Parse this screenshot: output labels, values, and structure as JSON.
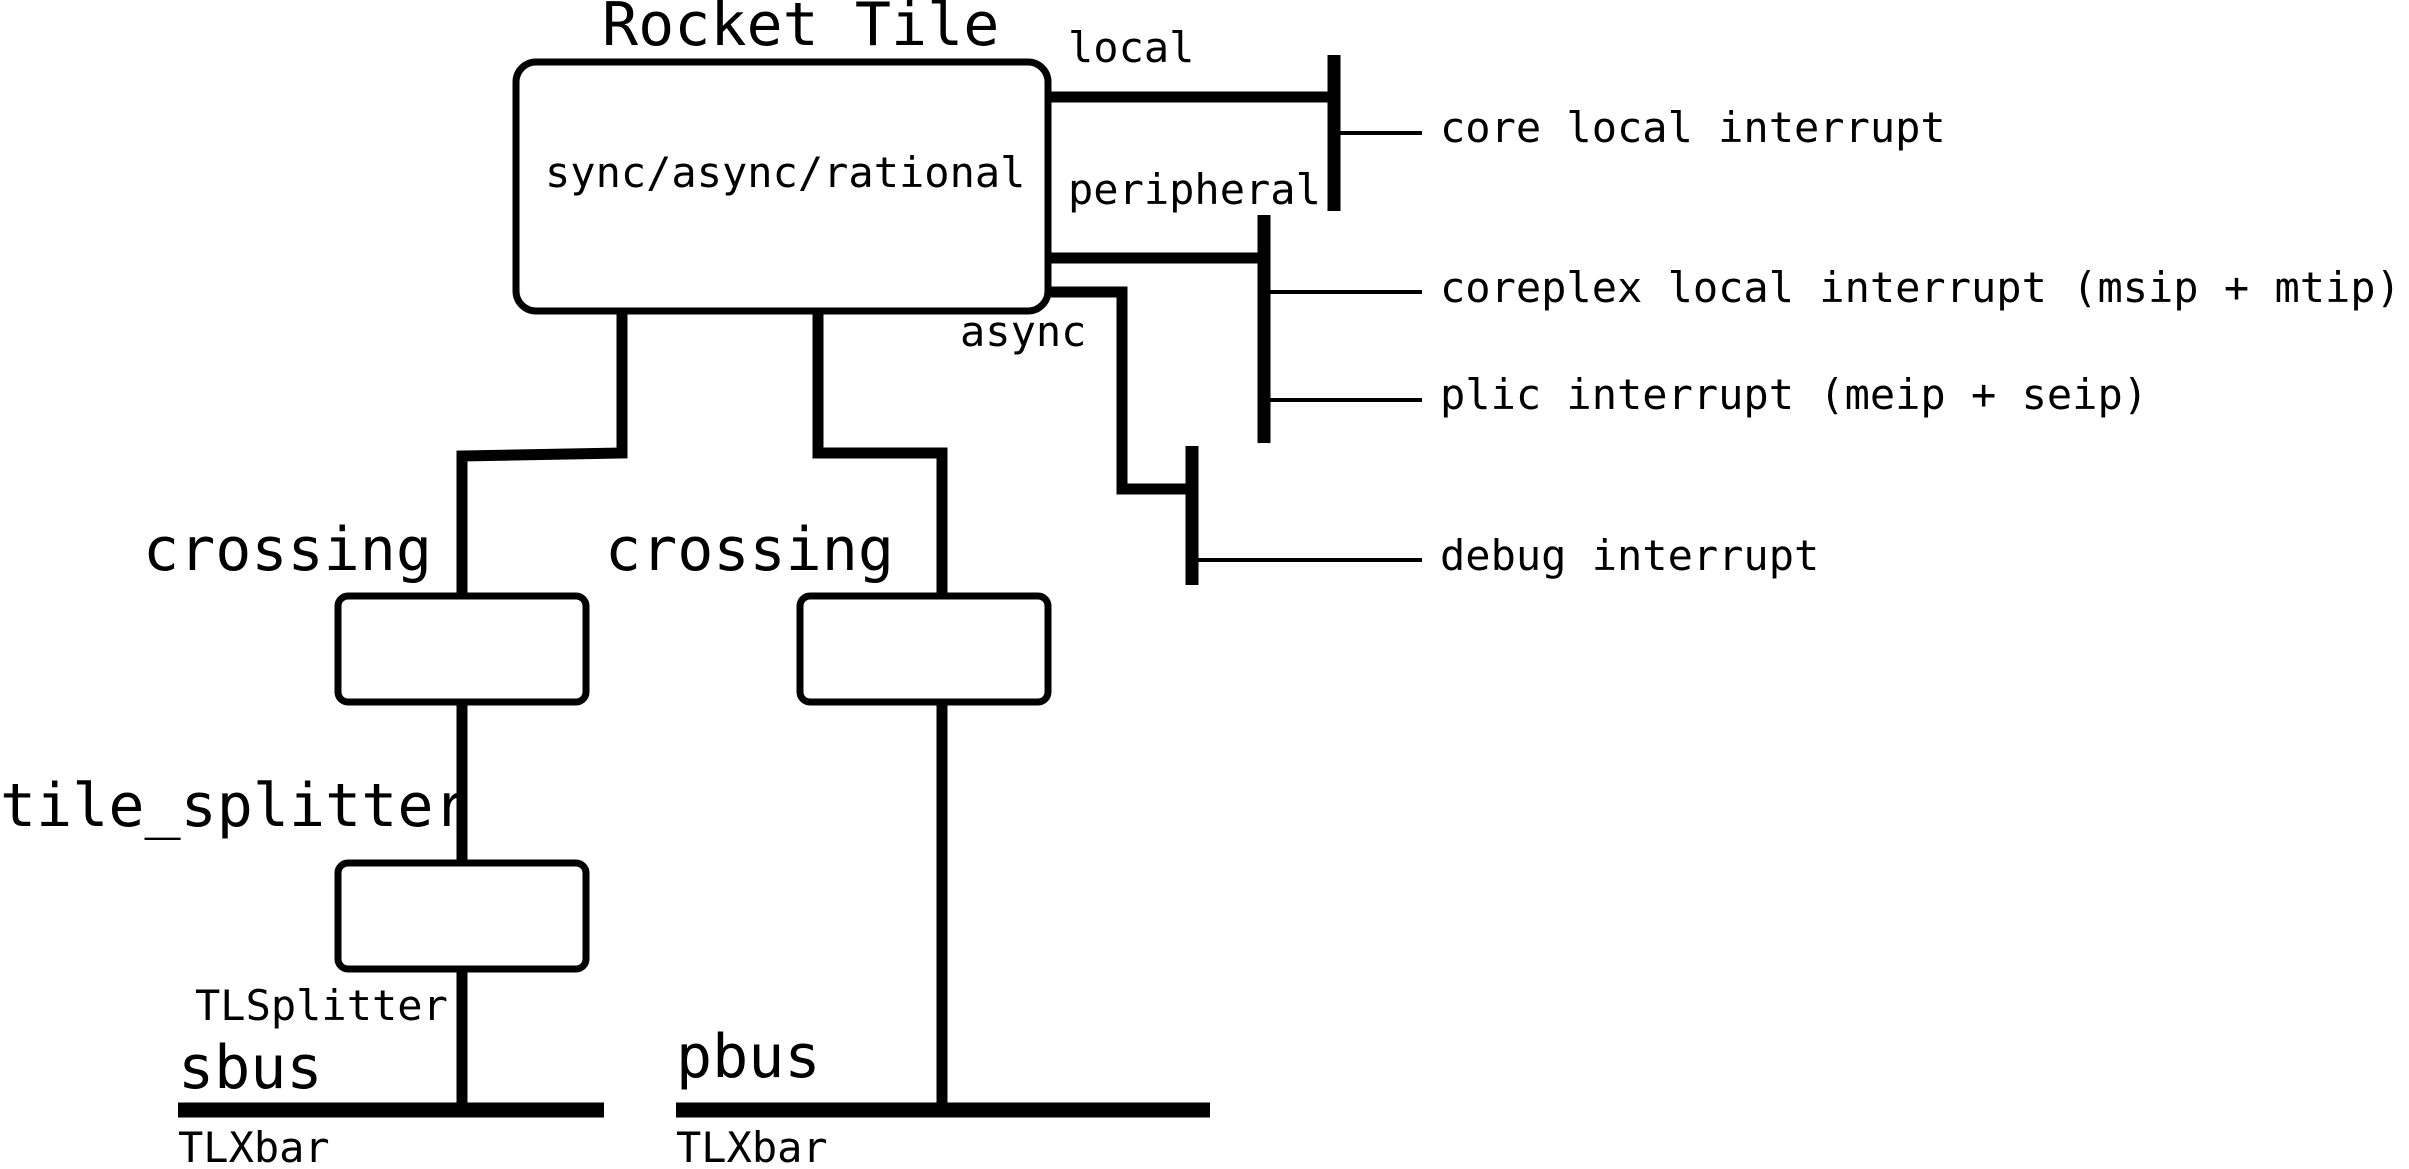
{
  "tile": {
    "title": "Rocket Tile",
    "crossing_type": "sync/async/rational"
  },
  "ports": {
    "local": "local",
    "peripheral": "peripheral",
    "async": "async"
  },
  "interrupts": {
    "core_local": "core local interrupt",
    "coreplex_local": "coreplex local interrupt (msip + mtip)",
    "plic": "plic interrupt (meip + seip)",
    "debug": "debug interrupt"
  },
  "blocks": {
    "crossing_left": "crossing",
    "crossing_right": "crossing",
    "tile_splitter": "tile_splitter",
    "splitter_type": "TLSplitter"
  },
  "buses": {
    "sbus": "sbus",
    "sbus_type": "TLXbar",
    "pbus": "pbus",
    "pbus_type": "TLXbar"
  }
}
